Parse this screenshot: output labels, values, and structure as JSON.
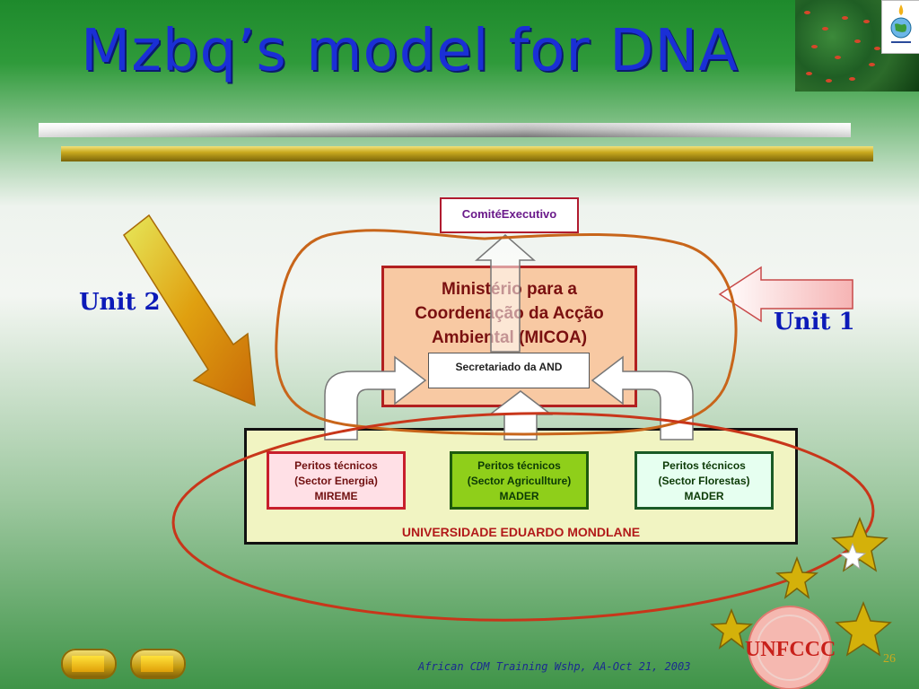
{
  "slide": {
    "title": "Mzbq’s model for DNA",
    "footer": "African CDM Training Wshp, AA-Oct 21, 2003",
    "page_number": "26"
  },
  "diagram": {
    "comite": "ComitéExecutivo",
    "micoa": [
      "Ministério para a",
      "Coordenação da Acção",
      "Ambiental (MICOA)"
    ],
    "secretariado": "Secretariado da AND",
    "universidade": "UNIVERSIDADE EDUARDO MONDLANE",
    "peritos": [
      {
        "line1": "Peritos técnicos",
        "line2": "(Sector Energia)",
        "line3": "MIREME"
      },
      {
        "line1": "Peritos técnicos",
        "line2": "(Sector Agricullture)",
        "line3": "MADER"
      },
      {
        "line1": "Peritos técnicos",
        "line2": "(Sector Florestas)",
        "line3": "MADER"
      }
    ],
    "unit_1": "Unit 1",
    "unit_2": "Unit 2"
  },
  "logo": {
    "text": "UNFCCC"
  },
  "icons": [
    "nav-back-icon",
    "nav-forward-icon",
    "star-icon",
    "arrow-icon"
  ],
  "colors": {
    "title": "#1a2fd6",
    "unit_label": "#0c1ab8",
    "outline_orange": "#c8651a",
    "outline_red": "#c8361a"
  }
}
